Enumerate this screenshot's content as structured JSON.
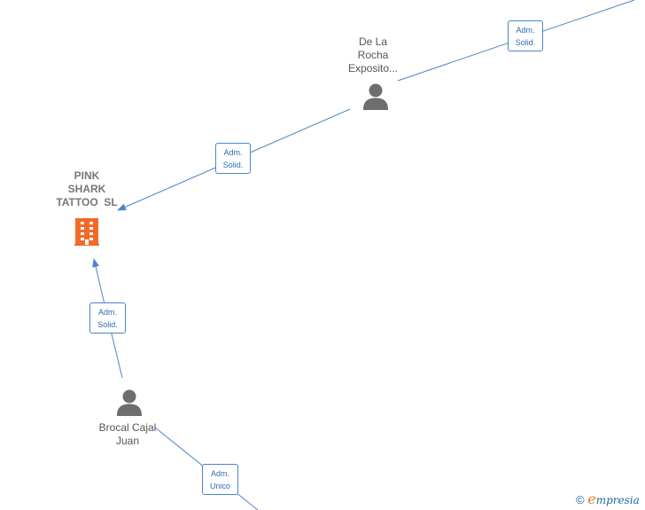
{
  "nodes": {
    "company": {
      "line1": "PINK",
      "line2": "SHARK",
      "line3": "TATTOO  SL",
      "icon": "building-icon",
      "color": "#f26a2a"
    },
    "person_top": {
      "line1": "De La",
      "line2": "Rocha",
      "line3": "Exposito...",
      "icon": "person-icon"
    },
    "person_bottom": {
      "line1": "Brocal Cajal",
      "line2": "Juan",
      "icon": "person-icon"
    }
  },
  "edges": [
    {
      "line1": "Adm.",
      "line2": "Solid."
    },
    {
      "line1": "Adm.",
      "line2": "Solid."
    },
    {
      "line1": "Adm.",
      "line2": "Solid."
    },
    {
      "line1": "Adm.",
      "line2": "Unico"
    }
  ],
  "colors": {
    "edge": "#4a86c8",
    "person": "#6e6e6e",
    "company": "#f26a2a"
  },
  "watermark": {
    "symbol": "©",
    "initial": "e",
    "rest": "mpresia"
  }
}
